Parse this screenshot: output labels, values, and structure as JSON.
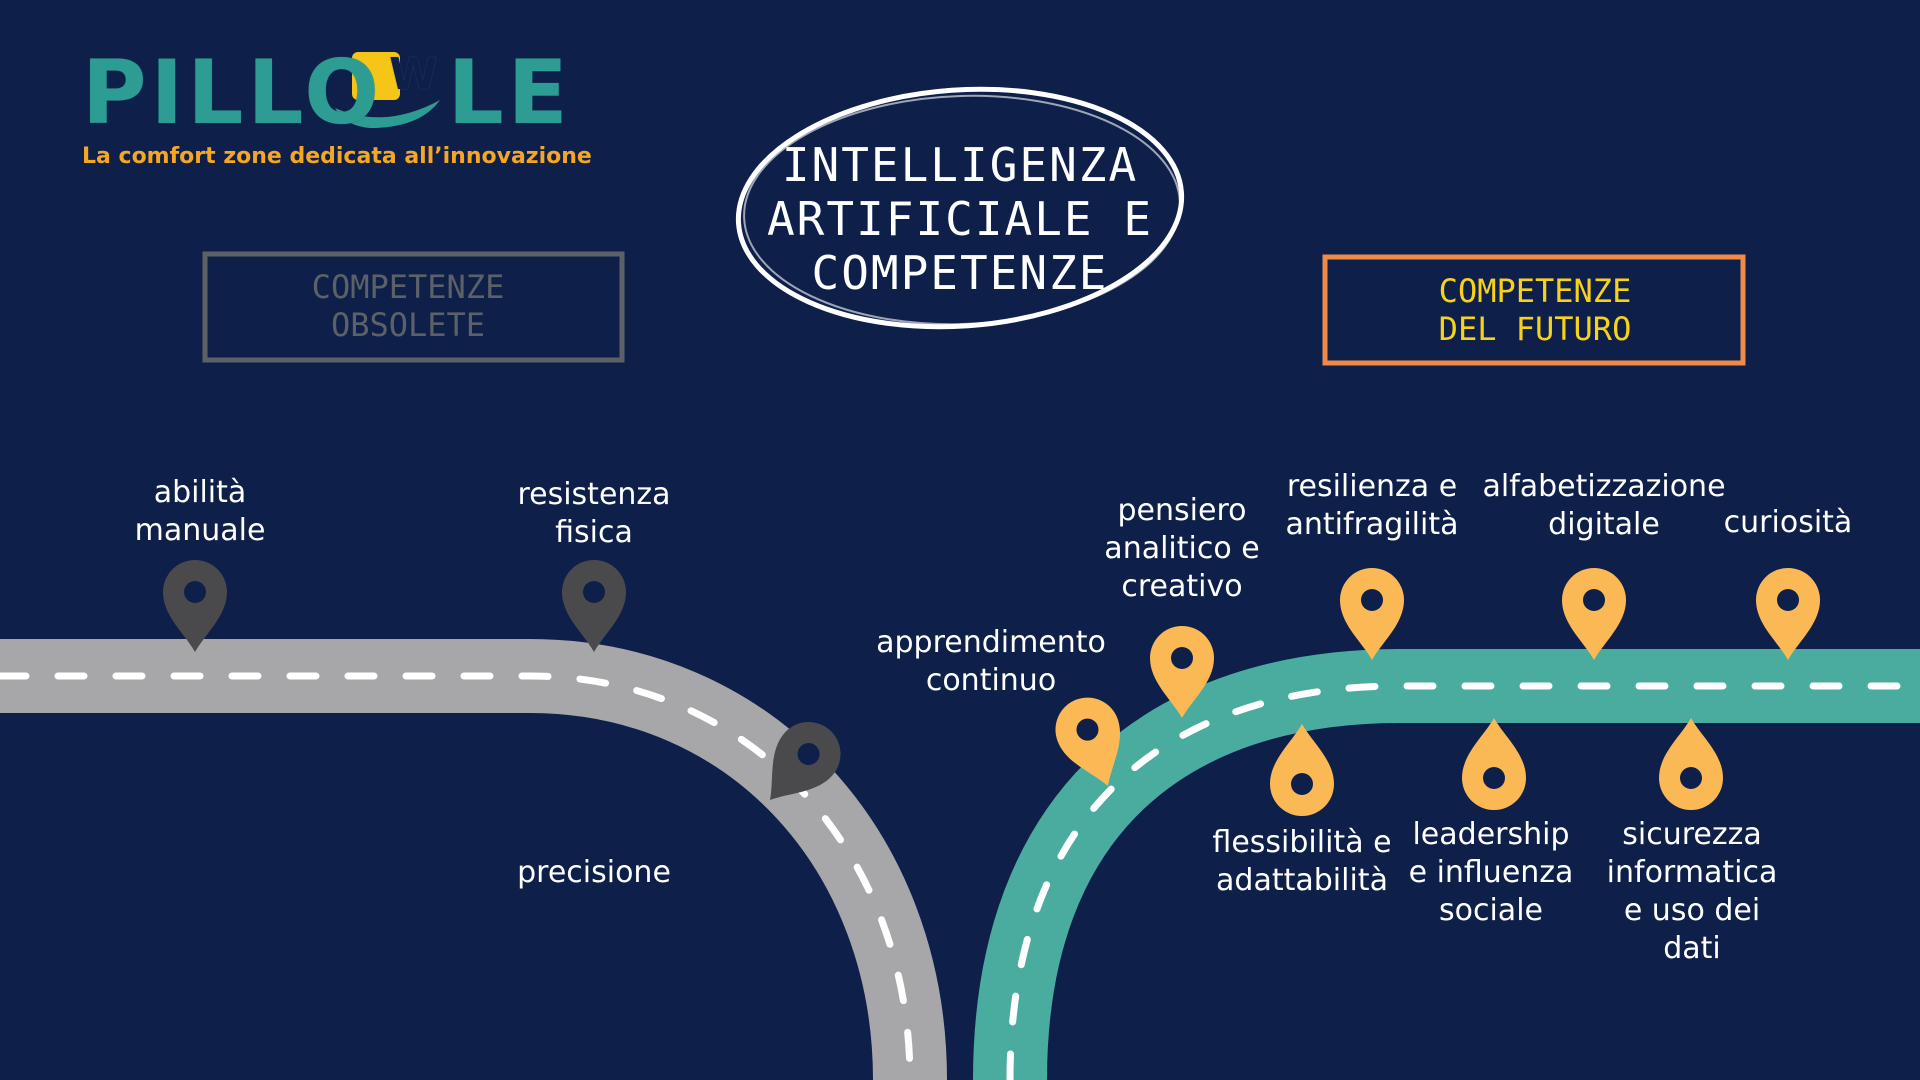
{
  "logo": {
    "wordmark_left": "PILLO",
    "wordmark_w": "W",
    "wordmark_right": "LE",
    "tagline": "La comfort zone dedicata all’innovazione"
  },
  "title": "INTELLIGENZA\nARTIFICIALE E\nCOMPETENZE",
  "boxes": {
    "obsolete": "COMPETENZE\nOBSOLETE",
    "future": "COMPETENZE\nDEL FUTURO"
  },
  "obsolete_skills": [
    "abilità\nmanuale",
    "resistenza\nfisica",
    "precisione"
  ],
  "future_skills": [
    "apprendimento\ncontinuo",
    "pensiero\nanalitico e\ncreativo",
    "flessibilità e\nadattabilità",
    "resilienza e\nantifragilità",
    "leadership\ne influenza\nsociale",
    "alfabetizzazione\ndigitale",
    "sicurezza\ninformatica\ne uso dei\ndati",
    "curiosità"
  ],
  "colors": {
    "background": "#0e1f4a",
    "road_obsolete": "#a7a7a9",
    "road_future": "#4aab9f",
    "pin_obsolete": "#4a4a4d",
    "pin_future": "#fbb955",
    "box_obsolete_border": "#5c6168",
    "box_future_border": "#f08a4b",
    "box_future_text": "#f7d21b",
    "logo_teal": "#2d9c93",
    "logo_yellow": "#f5c518",
    "tagline": "#f5a623"
  }
}
